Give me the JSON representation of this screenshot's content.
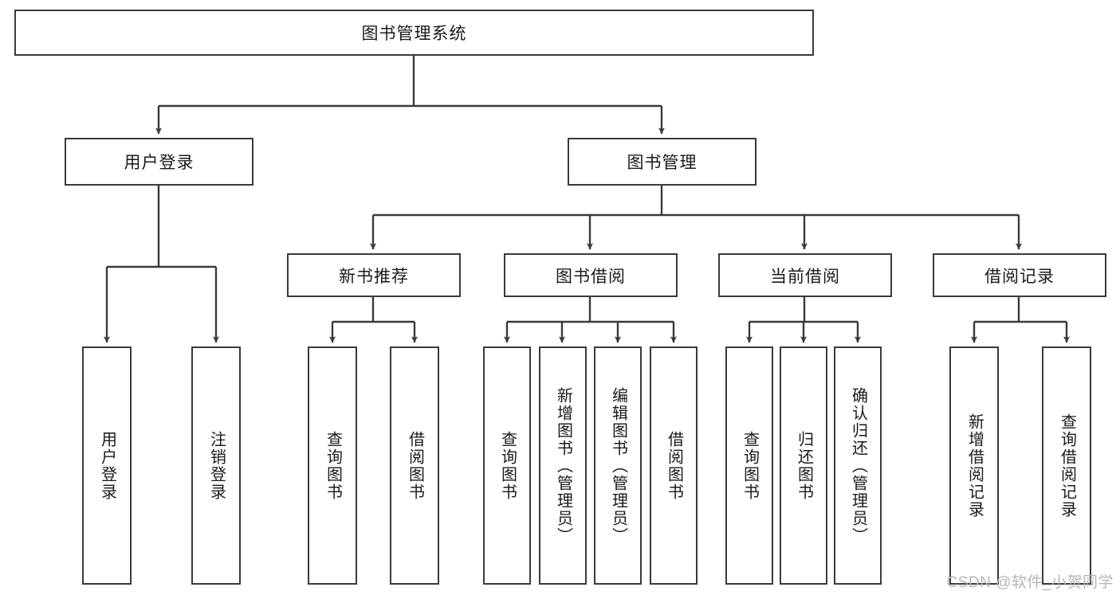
{
  "diagram": {
    "title": "图书管理系统",
    "type": "tree",
    "watermark": "CSDN @软件_小贺同学",
    "colors": {
      "stroke": "#3a3a3a",
      "fill": "#ffffff",
      "text": "#1a1a1a",
      "watermark": "#b6b6b6"
    },
    "nodes": {
      "root": {
        "label": "图书管理系统",
        "orientation": "horizontal"
      },
      "level1": [
        {
          "id": "user-login",
          "label": "用户登录",
          "orientation": "horizontal"
        },
        {
          "id": "book-manage",
          "label": "图书管理",
          "orientation": "horizontal"
        }
      ],
      "level2": [
        {
          "id": "new-book-recommend",
          "label": "新书推荐",
          "orientation": "horizontal"
        },
        {
          "id": "book-borrow",
          "label": "图书借阅",
          "orientation": "horizontal"
        },
        {
          "id": "current-borrow",
          "label": "当前借阅",
          "orientation": "horizontal"
        },
        {
          "id": "borrow-record",
          "label": "借阅记录",
          "orientation": "horizontal"
        }
      ],
      "leaves": [
        {
          "id": "leaf-user-login",
          "label": "用户登录",
          "parent": "user-login",
          "orientation": "vertical"
        },
        {
          "id": "leaf-user-logout",
          "label": "注销登录",
          "parent": "user-login",
          "orientation": "vertical"
        },
        {
          "id": "leaf-query-book-1",
          "label": "查询图书",
          "parent": "new-book-recommend",
          "orientation": "vertical"
        },
        {
          "id": "leaf-borrow-book-1",
          "label": "借阅图书",
          "parent": "new-book-recommend",
          "orientation": "vertical"
        },
        {
          "id": "leaf-query-book-2",
          "label": "查询图书",
          "parent": "book-borrow",
          "orientation": "vertical"
        },
        {
          "id": "leaf-add-book",
          "label": "新增图书（管理员）",
          "parent": "book-borrow",
          "orientation": "vertical"
        },
        {
          "id": "leaf-edit-book",
          "label": "编辑图书（管理员）",
          "parent": "book-borrow",
          "orientation": "vertical"
        },
        {
          "id": "leaf-borrow-book-2",
          "label": "借阅图书",
          "parent": "book-borrow",
          "orientation": "vertical"
        },
        {
          "id": "leaf-query-book-3",
          "label": "查询图书",
          "parent": "current-borrow",
          "orientation": "vertical"
        },
        {
          "id": "leaf-return-book",
          "label": "归还图书",
          "parent": "current-borrow",
          "orientation": "vertical"
        },
        {
          "id": "leaf-confirm-return",
          "label": "确认归还（管理员）",
          "parent": "current-borrow",
          "orientation": "vertical"
        },
        {
          "id": "leaf-add-record",
          "label": "新增借阅记录",
          "parent": "borrow-record",
          "orientation": "vertical"
        },
        {
          "id": "leaf-query-record",
          "label": "查询借阅记录",
          "parent": "borrow-record",
          "orientation": "vertical"
        }
      ]
    }
  }
}
